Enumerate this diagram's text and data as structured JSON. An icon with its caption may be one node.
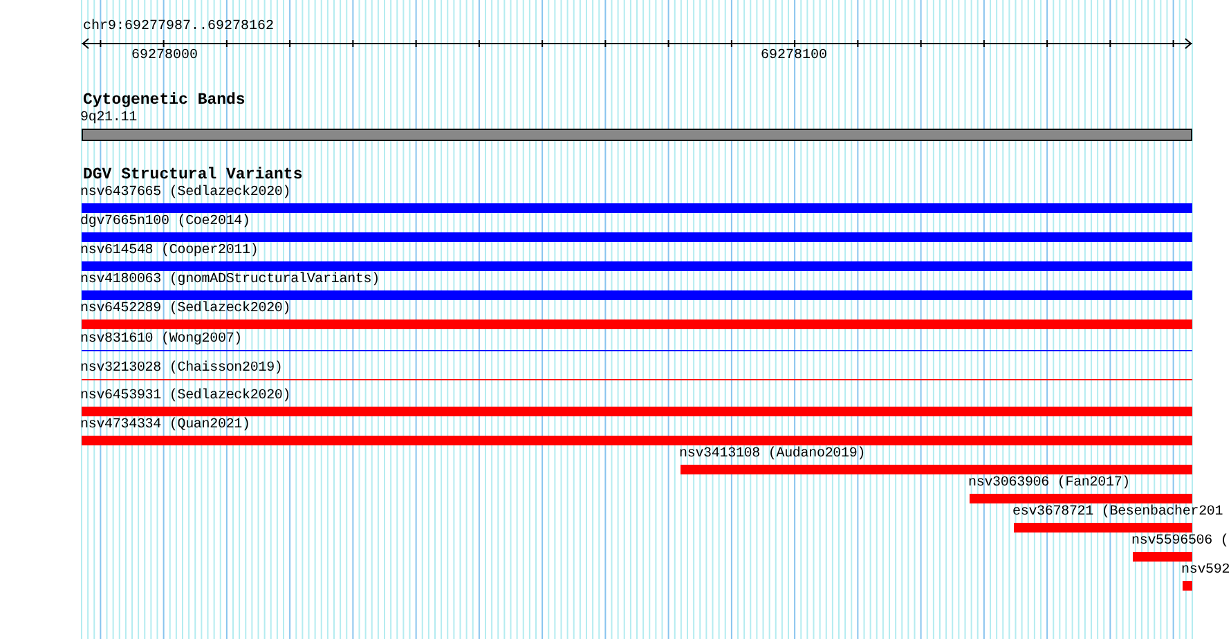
{
  "diagram": {
    "nodes": [
      {
        "text": [
          "9q21.11"
        ]
      },
      {
        "text": [
          "nsv6437665 (Sedlazeck2020)"
        ]
      },
      {
        "text": [
          "dgv7665n100 (Coe2014)"
        ]
      },
      {
        "text": [
          "nsv614548 (Cooper2011)"
        ]
      },
      {
        "text": [
          "nsv4180063 (gnomADStructuralVariants)"
        ]
      },
      {
        "text": [
          "nsv6452289 (Sedlazeck2020)"
        ]
      },
      {
        "text": [
          "nsv831610 (Wong2007)"
        ]
      },
      {
        "text": [
          "nsv3213028 (Chaisson2019)"
        ]
      },
      {
        "text": [
          "nsv6453931 (Sedlazeck2020)"
        ]
      },
      {
        "text": [
          "nsv4734334 (Quan2021)"
        ]
      },
      {
        "text": [
          "nsv3413108 (Audano2019)"
        ]
      },
      {
        "text": [
          "nsv3063906 (Fan2017)"
        ]
      },
      {
        "text": [
          "esv3678721 (Besenbacher201"
        ]
      },
      {
        "text": [
          "nsv5596506 ("
        ]
      },
      {
        "text": [
          "nsv592"
        ]
      }
    ],
    "labels": [
      "chr9:69277987..69278162",
      "69278000",
      "69278100",
      "Cytogenetic Bands",
      "DGV Structural Variants"
    ]
  }
}
